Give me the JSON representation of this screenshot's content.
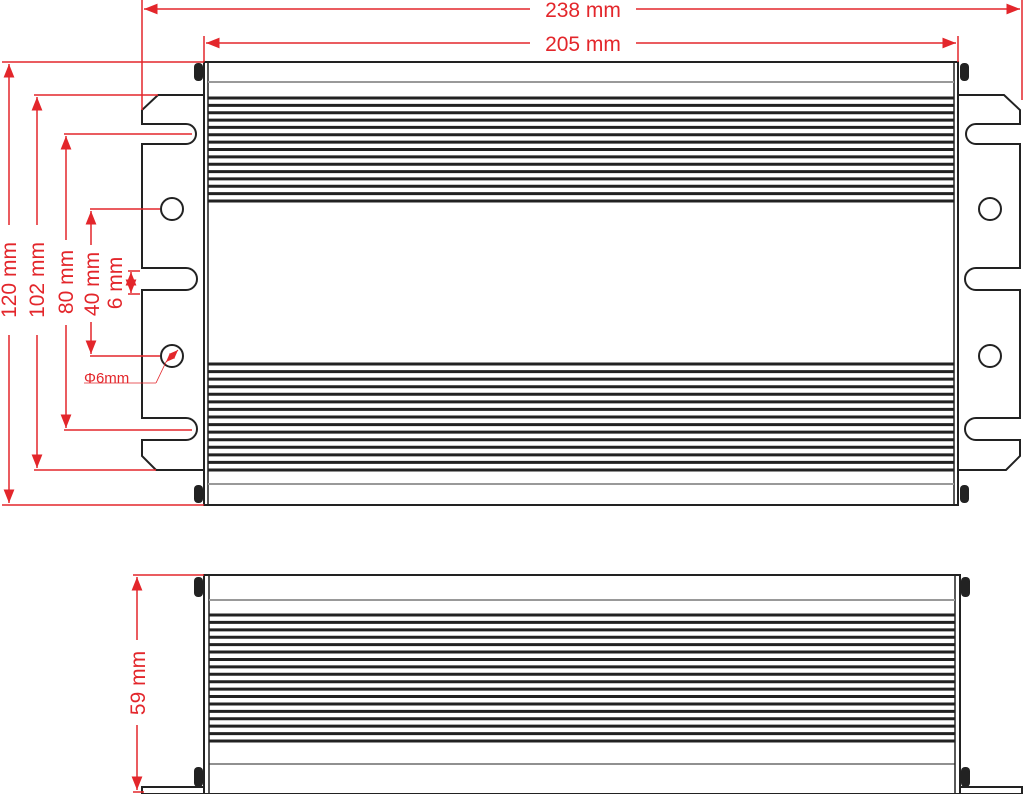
{
  "title": "Power supply dimension drawing",
  "colors": {
    "dimension": "#e3262b",
    "outline": "#222222"
  },
  "top_view": {
    "overall_width": "238 mm",
    "body_width": "205 mm",
    "overall_height": "120 mm",
    "mount_slot_span": "102 mm",
    "slot_span": "80 mm",
    "hole_span": "40 mm",
    "slot_width": "6 mm",
    "hole_diameter": "Φ6mm",
    "fins_per_band": 15
  },
  "side_view": {
    "height": "59 mm",
    "fins": 18
  }
}
